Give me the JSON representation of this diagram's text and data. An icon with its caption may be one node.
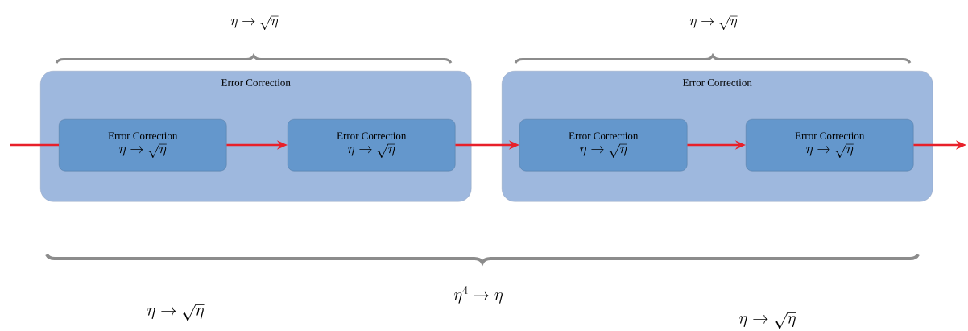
{
  "diagram": {
    "nodes": [
      {
        "text": [
          "Error Correction"
        ]
      },
      {
        "text": [
          "Error Correction",
          "\\eta \\to \\sqrt{\\eta}"
        ],
        "in": 0
      },
      {
        "text": [
          "Error Correction",
          "\\eta \\to \\sqrt{\\eta}"
        ],
        "in": 0
      },
      {
        "text": [
          "Error Correction"
        ]
      },
      {
        "text": [
          "Error Correction",
          "\\eta \\to \\sqrt{\\eta}"
        ],
        "in": 3
      },
      {
        "text": [
          "Error Correction",
          "\\eta \\to \\sqrt{\\eta}"
        ],
        "in": 3
      }
    ],
    "edges": [
      {
        "from": null,
        "to": 1,
        "arrow": "none"
      },
      {
        "from": 1,
        "to": 2,
        "arrow": "to"
      },
      {
        "from": 2,
        "to": 4,
        "arrow": "to"
      },
      {
        "from": 4,
        "to": 5,
        "arrow": "to"
      },
      {
        "from": 5,
        "to": null,
        "arrow": "to"
      }
    ],
    "labels": [
      "\\eta \\to \\sqrt{\\eta}",
      "\\eta \\to \\sqrt{\\eta}",
      "\\eta^4 \\to \\eta",
      "\\eta \\to \\sqrt{\\eta}",
      "\\eta \\to \\sqrt{\\eta}"
    ]
  }
}
